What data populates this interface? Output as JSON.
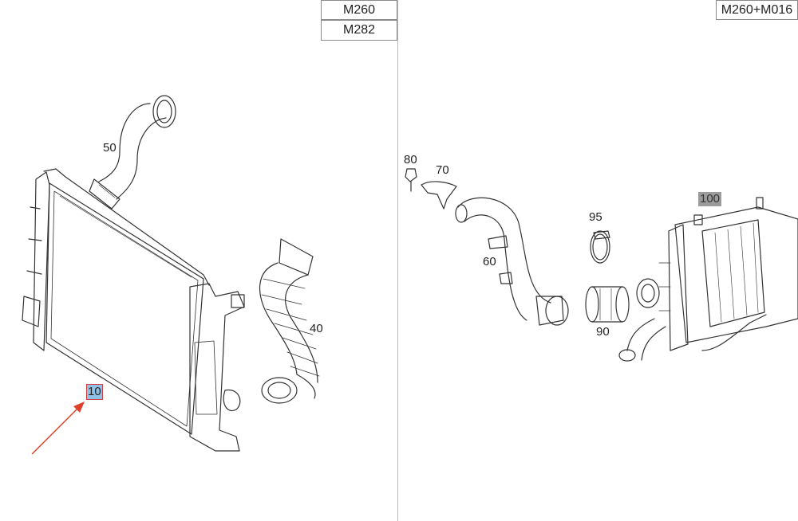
{
  "left_panel": {
    "engine_codes": [
      "M260",
      "M282"
    ],
    "callouts": {
      "radiator": "10",
      "hose_upper": "50",
      "hose_corrugated": "40"
    }
  },
  "right_panel": {
    "engine_code": "M260+M016",
    "callouts": {
      "bolt": "80",
      "bracket": "70",
      "charge_pipe": "60",
      "clamp": "95",
      "sleeve": "90",
      "intercooler": "100"
    }
  },
  "colors": {
    "arrow": "#e0402a",
    "highlight_blue": "#8fc0e6",
    "highlight_grey": "#9c9c9c"
  }
}
